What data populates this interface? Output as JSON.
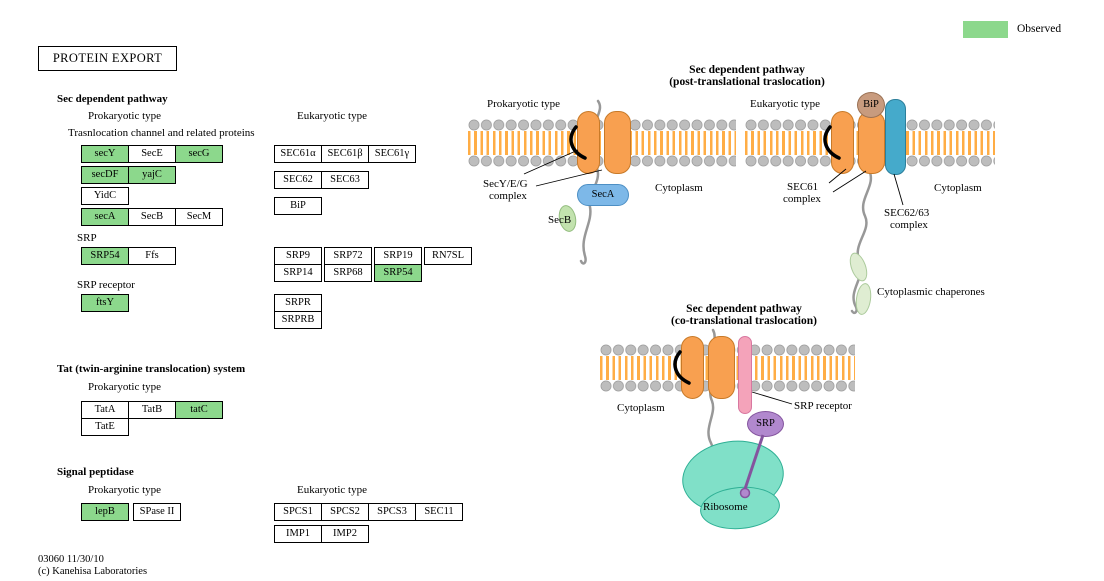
{
  "title": "PROTEIN EXPORT",
  "legend": {
    "label": "Observed",
    "color": "#8CD88C"
  },
  "labels": {
    "sec_heading": "Sec dependent pathway",
    "prokaryotic": "Prokaryotic type",
    "eukaryotic": "Eukaryotic type",
    "channel": "Trasnlocation channel and related proteins",
    "srp": "SRP",
    "srp_receptor": "SRP receptor",
    "tat_heading": "Tat (twin-arginine translocation) system",
    "signal_heading": "Signal peptidase",
    "cytoplasm": "Cytoplasm",
    "footer_id": "03060 11/30/10",
    "footer_copy": "(c) Kanehisa Laboratories"
  },
  "genes": {
    "secY": "secY",
    "SecE": "SecE",
    "secG": "secG",
    "secDF": "secDF",
    "yajC": "yajC",
    "YidC": "YidC",
    "secA": "secA",
    "SecB": "SecB",
    "SecM": "SecM",
    "SRP54p": "SRP54",
    "Ffs": "Ffs",
    "ftsY": "ftsY",
    "SEC61a": "SEC61α",
    "SEC61b": "SEC61β",
    "SEC61g": "SEC61γ",
    "SEC62": "SEC62",
    "SEC63": "SEC63",
    "BiP": "BiP",
    "SRP9": "SRP9",
    "SRP72": "SRP72",
    "SRP19": "SRP19",
    "RN7SL": "RN7SL",
    "SRP14": "SRP14",
    "SRP68": "SRP68",
    "SRP54e": "SRP54",
    "SRPR": "SRPR",
    "SRPRB": "SRPRB",
    "TatA": "TatA",
    "TatB": "TatB",
    "tatC": "tatC",
    "TatE": "TatE",
    "lepB": "lepB",
    "SPaseII": "SPase II",
    "SPCS1": "SPCS1",
    "SPCS2": "SPCS2",
    "SPCS3": "SPCS3",
    "SEC11": "SEC11",
    "IMP1": "IMP1",
    "IMP2": "IMP2"
  },
  "diagrams": {
    "post_heading_1": "Sec dependent pathway",
    "post_heading_2": "(post-translational traslocation)",
    "co_heading_1": "Sec dependent pathway",
    "co_heading_2": "(co-translational traslocation)",
    "d1": {
      "complex_l1": "SecY/E/G",
      "complex_l2": "complex",
      "secA": "SecA",
      "secB": "SecB"
    },
    "d2": {
      "bip": "BiP",
      "sec61_l1": "SEC61",
      "sec61_l2": "complex",
      "sec6263_l1": "SEC62/63",
      "sec6263_l2": "complex",
      "chaperones": "Cytoplasmic chaperones"
    },
    "d3": {
      "srp": "SRP",
      "ribosome": "Ribosome"
    }
  }
}
